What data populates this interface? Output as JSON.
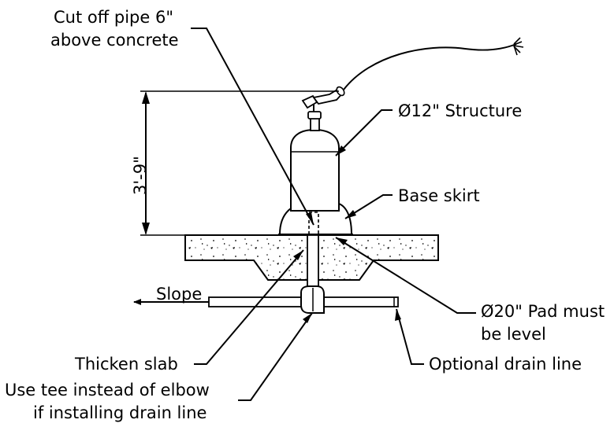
{
  "labels": {
    "cut_off_line1": "Cut off pipe 6\"",
    "cut_off_line2": "above concrete",
    "structure": "Ø12\" Structure",
    "base_skirt": "Base skirt",
    "slope": "Slope",
    "pad_line1": "Ø20\" Pad must",
    "pad_line2": "be level",
    "thicken_slab": "Thicken slab",
    "optional_drain": "Optional drain line",
    "tee_line1": "Use tee instead of elbow",
    "tee_line2": "if installing drain line"
  },
  "dimension": {
    "height": "3'-9\""
  }
}
